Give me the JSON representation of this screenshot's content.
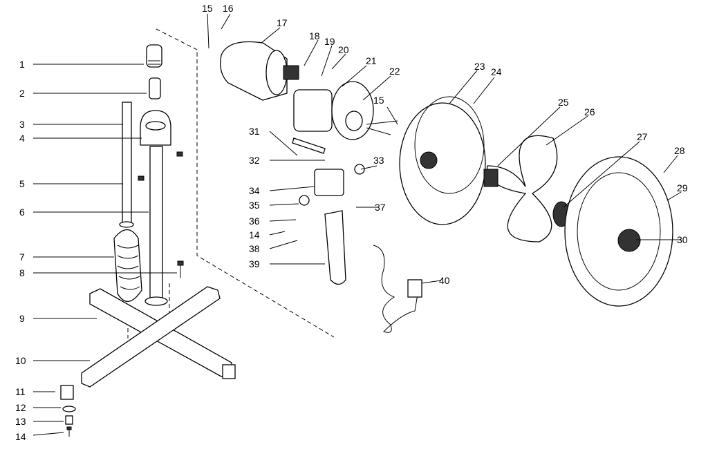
{
  "title": "Pedestal fan exploded parts diagram",
  "callouts": [
    "1",
    "2",
    "3",
    "4",
    "5",
    "6",
    "7",
    "8",
    "9",
    "10",
    "11",
    "12",
    "13",
    "14",
    "15",
    "16",
    "17",
    "18",
    "19",
    "20",
    "21",
    "22",
    "23",
    "24",
    "25",
    "26",
    "27",
    "28",
    "29",
    "30",
    "31",
    "32",
    "33",
    "34",
    "35",
    "36",
    "37",
    "14",
    "38",
    "39",
    "40",
    "15"
  ]
}
